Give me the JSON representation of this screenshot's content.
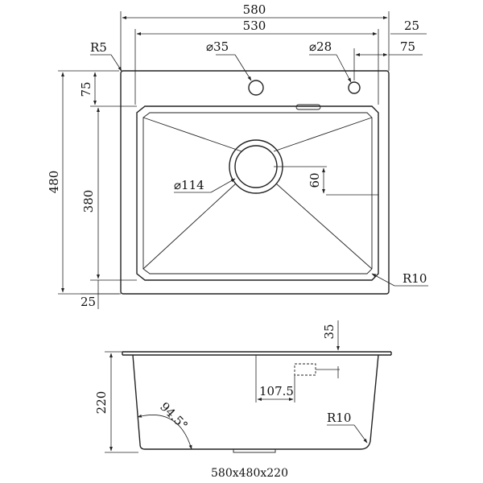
{
  "top_view": {
    "overall_width": "580",
    "inner_width": "530",
    "edge_offset": "25",
    "hole_offset": "75",
    "corner_radius_outer": "R5",
    "faucet_hole": "⌀35",
    "second_hole": "⌀28",
    "overall_length": "480",
    "back_offset": "75",
    "bowl_length": "380",
    "front_offset": "25",
    "drain": "⌀114",
    "drain_offset": "60",
    "corner_radius_inner": "R10"
  },
  "side_view": {
    "height": "220",
    "flange": "35",
    "overflow_offset": "107.5",
    "wall_angle": "94.5°",
    "corner_radius": "R10"
  },
  "caption": "580x480x220"
}
